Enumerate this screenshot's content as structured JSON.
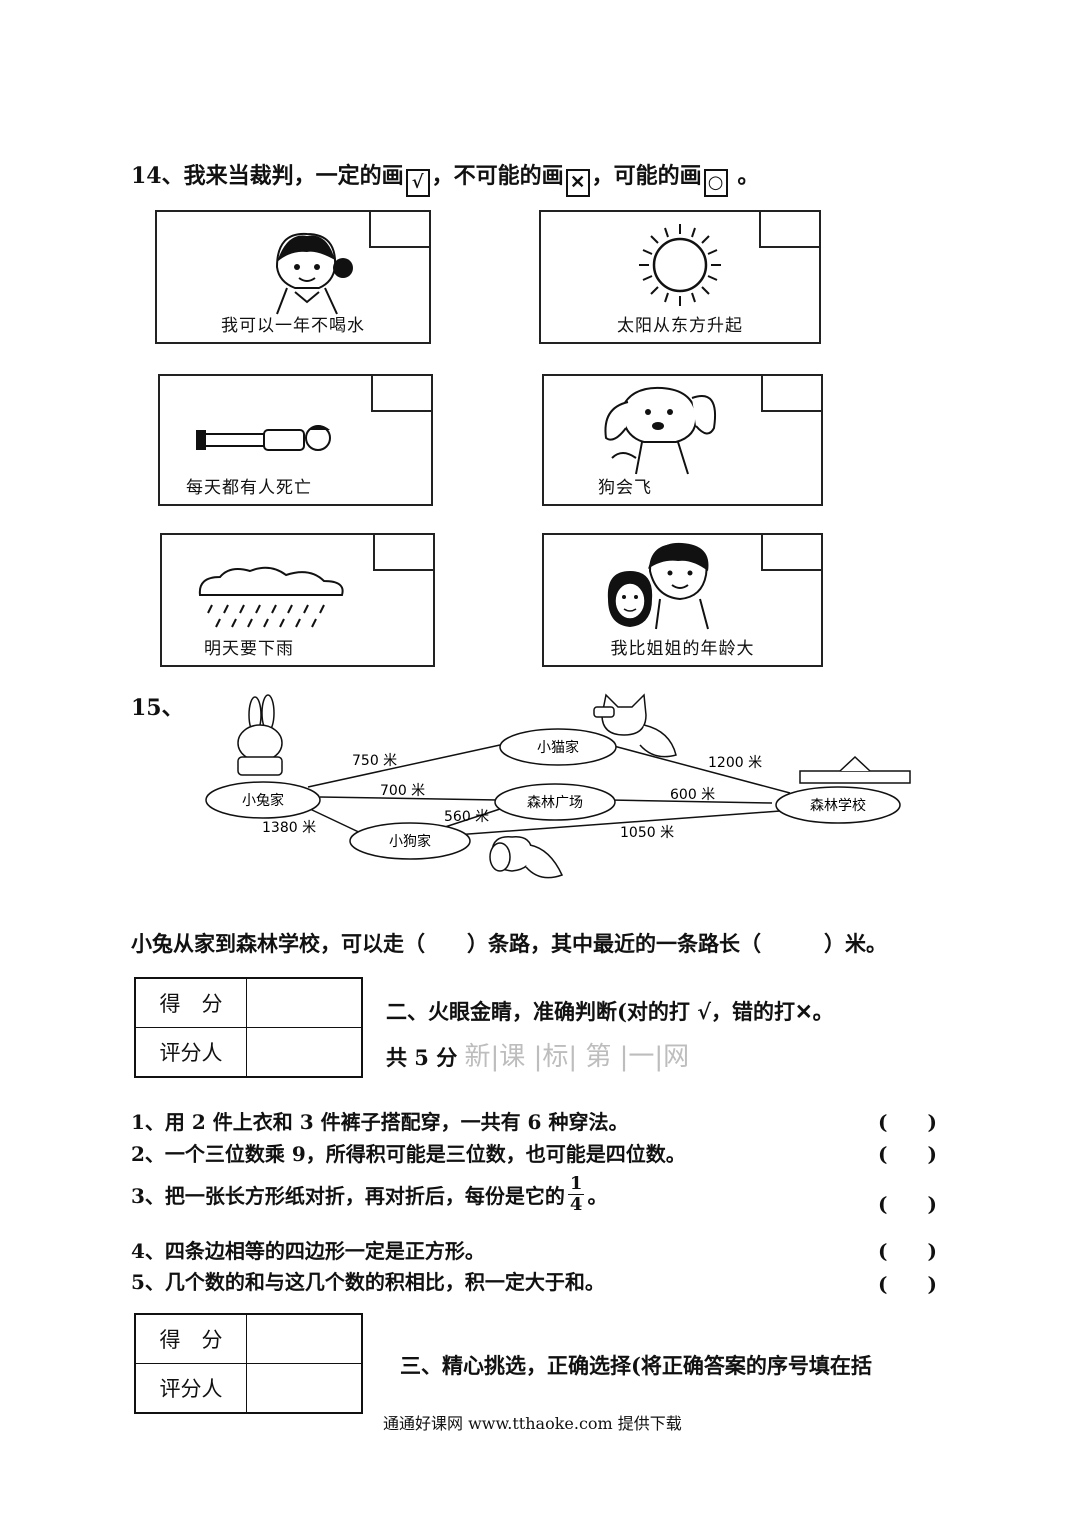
{
  "q14": {
    "prompt_a": "14、我来当裁判，一定的画",
    "box_certain": "√",
    "prompt_b": "，不可能的画",
    "box_impossible": "✕",
    "prompt_c": "，可能的画",
    "box_possible": "○",
    "prompt_end": "。"
  },
  "cards": [
    {
      "caption": "我可以一年不喝水",
      "icon": "girl-drinking-icon"
    },
    {
      "caption": "太阳从东方升起",
      "icon": "sun-icon"
    },
    {
      "caption": "每天都有人死亡",
      "icon": "lying-person-icon"
    },
    {
      "caption": "狗会飞",
      "icon": "dog-icon"
    },
    {
      "caption": "明天要下雨",
      "icon": "rain-cloud-icon"
    },
    {
      "caption": "我比姐姐的年龄大",
      "icon": "sisters-icon"
    }
  ],
  "q15": {
    "label": "15、",
    "nodes": {
      "rabbit": "小兔家",
      "cat": "小猫家",
      "square": "森林广场",
      "dog": "小狗家",
      "school": "森林学校"
    },
    "distances": {
      "rabbit_cat": "750 米",
      "cat_school": "1200 米",
      "rabbit_square": "700 米",
      "square_school": "600 米",
      "dog_square": "560 米",
      "rabbit_dog": "1380 米",
      "dog_school": "1050 米"
    },
    "question": "小兔从家到森林学校，可以走（　　）条路，其中最近的一条路长（　　　）米。"
  },
  "score_table": {
    "score_label": "得　分",
    "grader_label": "评分人"
  },
  "section2": {
    "title": "二、火眼金睛，准确判断(对的打 √，错的打✕。",
    "subtitle": "共 5 分",
    "watermark": "新|课 |标| 第 |一|网"
  },
  "judgments": [
    {
      "text": "1、用 2 件上衣和 3 件裤子搭配穿，一共有 6 种穿法。",
      "answer": "(　　)"
    },
    {
      "text": "2、一个三位数乘 9，所得积可能是三位数，也可能是四位数。",
      "answer": "(　　)"
    },
    {
      "text": "3、把一张长方形纸对折，再对折后，每份是它的",
      "frac_num": "1",
      "frac_den": "4",
      "text_end": "。",
      "answer": "(　　)"
    },
    {
      "text": "4、四条边相等的四边形一定是正方形。",
      "answer": "(　　)"
    },
    {
      "text": "5、几个数的和与这几个数的积相比，积一定大于和。",
      "answer": "(　　)"
    }
  ],
  "section3": {
    "title": "三、精心挑选，正确选择(将正确答案的序号填在括"
  },
  "footer": "通通好课网  www.tthaoke.com  提供下载"
}
